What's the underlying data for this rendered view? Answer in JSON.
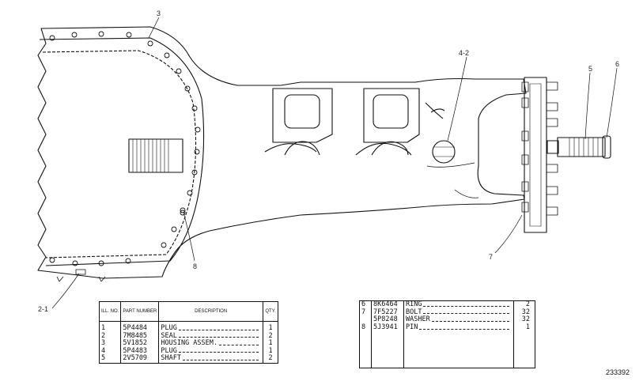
{
  "callouts": {
    "c3": "3",
    "c4_2": "4-2",
    "c5": "5",
    "c6": "6",
    "c7": "7",
    "c8": "8",
    "c2_1": "2-1"
  },
  "table_left": {
    "headers": {
      "ill_no": "ILL. NO.",
      "part_number": "PART NUMBER",
      "description": "DESCRIPTION",
      "qty": "QTY."
    },
    "rows": [
      {
        "ill": "1",
        "part": "5P4484",
        "desc": "PLUG",
        "qty": "1"
      },
      {
        "ill": "2",
        "part": "7M8485",
        "desc": "SEAL",
        "qty": "2"
      },
      {
        "ill": "3",
        "part": "5V1852",
        "desc": "HOUSING ASSEM.",
        "qty": "1"
      },
      {
        "ill": "4",
        "part": "5P4483",
        "desc": "PLUG",
        "qty": "1"
      },
      {
        "ill": "5",
        "part": "2V5709",
        "desc": "SHAFT",
        "qty": "2"
      }
    ]
  },
  "table_right": {
    "rows": [
      {
        "ill": "6",
        "part": "8K6464",
        "desc": "RING",
        "qty": "2"
      },
      {
        "ill": "7",
        "part": "7F5227",
        "desc": "BOLT",
        "qty": "32"
      },
      {
        "ill": "",
        "part": "5P8248",
        "desc": "WASHER",
        "qty": "32"
      },
      {
        "ill": "8",
        "part": "5J3941",
        "desc": "PIN",
        "qty": "1"
      }
    ]
  },
  "drawing_number": "233392"
}
